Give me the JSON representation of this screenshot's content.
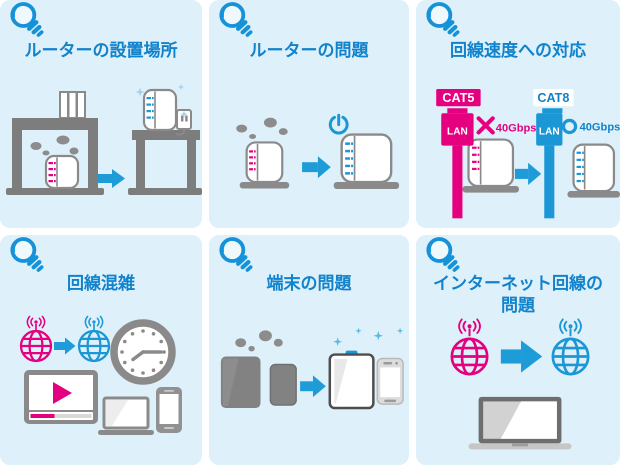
{
  "colors": {
    "panel_background": "#def0fa",
    "title_blue": "#1182cc",
    "icon_blue": "#1e9cd8",
    "led_blue": "#1b97d5",
    "accent_pink": "#e4007f",
    "gray": "#8a8a8a"
  },
  "panels": [
    {
      "id": "router-placement",
      "title": "ルーターの設置場所"
    },
    {
      "id": "router-problem",
      "title": "ルーターの問題"
    },
    {
      "id": "line-speed",
      "title": "回線速度への対応",
      "cat5_label": "CAT5",
      "cat8_label": "CAT8",
      "lan_label": "LAN",
      "speed_before": "40Gbps",
      "speed_after": "40Gbps"
    },
    {
      "id": "line-congestion",
      "title": "回線混雑"
    },
    {
      "id": "device-problem",
      "title": "端末の問題"
    },
    {
      "id": "internet-line-problem",
      "title_lines": [
        "インターネット回線の",
        "問題"
      ]
    }
  ]
}
